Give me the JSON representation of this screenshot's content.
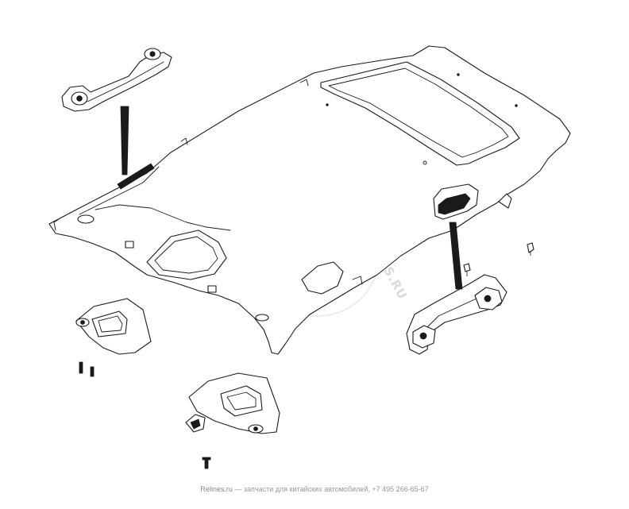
{
  "watermark": {
    "site": "RELINES.RU",
    "letter": "R"
  },
  "footer": {
    "site": "Relines.ru",
    "text": "— запчасти для китайских автомобилей, +7 495 266-65-67"
  },
  "colors": {
    "line": "#1a1a1a",
    "background": "#ffffff",
    "watermark": "#e6e6e6",
    "footer_text": "#999999"
  }
}
